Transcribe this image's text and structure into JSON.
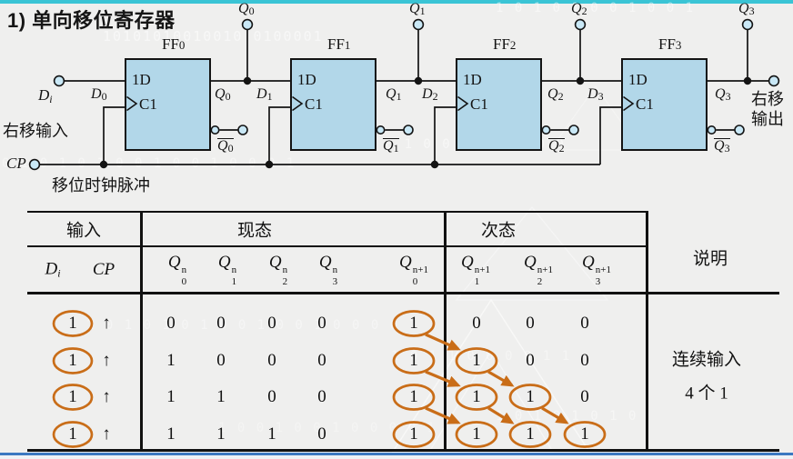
{
  "title": "1) 单向移位寄存器",
  "colors": {
    "accent_top": "#3ac4d5",
    "accent_bottom": "#3b78c1",
    "ff_fill": "#b2d7e9",
    "terminal_fill": "#c9e8f6",
    "wire": "#141414",
    "orange": "#c96d18"
  },
  "watermarks": [
    "10101010010010 0100001",
    "1 0 1 0 1 0 0 1 0 0 1",
    "0 1 0 1 0 1 0 0 1 0 0 1 0 0 0 1",
    "0 1 0 1 0 0 1 0 0 0 0 0",
    "1 0 1 0 1 0 1 0 0 1 0 0 1 0 0 0 0 1",
    "1 0 1 1 0 0 0 0 1 1",
    "1 0 1 0 1 0 1 0",
    "1 0 0 1 0 0 1 0 0 0 0 1"
  ],
  "circuit": {
    "inner_d": "1D",
    "inner_c": "C1",
    "flipflops": [
      {
        "name": "FF",
        "idx": "0",
        "d": {
          "base": "D",
          "sub": "0"
        },
        "q": {
          "base": "Q",
          "sub": "0"
        },
        "qbar": {
          "base": "Q",
          "sub": "0",
          "bar": true
        },
        "qtop": {
          "base": "Q",
          "sub": "0"
        }
      },
      {
        "name": "FF",
        "idx": "1",
        "d": {
          "base": "D",
          "sub": "1"
        },
        "q": {
          "base": "Q",
          "sub": "1"
        },
        "qbar": {
          "base": "Q",
          "sub": "1",
          "bar": true
        },
        "qtop": {
          "base": "Q",
          "sub": "1"
        }
      },
      {
        "name": "FF",
        "idx": "2",
        "d": {
          "base": "D",
          "sub": "2"
        },
        "q": {
          "base": "Q",
          "sub": "2"
        },
        "qbar": {
          "base": "Q",
          "sub": "2",
          "bar": true
        },
        "qtop": {
          "base": "Q",
          "sub": "2"
        }
      },
      {
        "name": "FF",
        "idx": "3",
        "d": {
          "base": "D",
          "sub": "3"
        },
        "q": {
          "base": "Q",
          "sub": "3"
        },
        "qbar": {
          "base": "Q",
          "sub": "3",
          "bar": true
        },
        "qtop": {
          "base": "Q",
          "sub": "3"
        }
      }
    ],
    "di": {
      "base": "D",
      "sub": "i",
      "italic_sub": true
    },
    "cp": "CP",
    "right_shift_input": "右移输入",
    "shift_clock_pulse": "移位时钟脉冲",
    "right_shift_out_line1": "右移",
    "right_shift_out_line2": "输出"
  },
  "table": {
    "group_headers": {
      "input": "输入",
      "present": "现态",
      "next": "次态",
      "note": "说明"
    },
    "di_header": {
      "base": "D",
      "sub": "i",
      "italic_sub": true
    },
    "cp_header": "CP",
    "present_headers": [
      {
        "base": "Q",
        "sub": "0",
        "sup": "n"
      },
      {
        "base": "Q",
        "sub": "1",
        "sup": "n"
      },
      {
        "base": "Q",
        "sub": "2",
        "sup": "n"
      },
      {
        "base": "Q",
        "sub": "3",
        "sup": "n"
      }
    ],
    "next_headers": [
      {
        "base": "Q",
        "sub": "0",
        "sup": "n+1"
      },
      {
        "base": "Q",
        "sub": "1",
        "sup": "n+1"
      },
      {
        "base": "Q",
        "sub": "2",
        "sup": "n+1"
      },
      {
        "base": "Q",
        "sub": "3",
        "sup": "n+1"
      }
    ],
    "rows": [
      {
        "di": "1",
        "di_circled": true,
        "cp": "↑",
        "present": [
          "0",
          "0",
          "0",
          "0"
        ],
        "next": [
          "1",
          "0",
          "0",
          "0"
        ],
        "next_circled": [
          true,
          false,
          false,
          false
        ]
      },
      {
        "di": "1",
        "di_circled": true,
        "cp": "↑",
        "present": [
          "1",
          "0",
          "0",
          "0"
        ],
        "next": [
          "1",
          "1",
          "0",
          "0"
        ],
        "next_circled": [
          true,
          true,
          false,
          false
        ]
      },
      {
        "di": "1",
        "di_circled": true,
        "cp": "↑",
        "present": [
          "1",
          "1",
          "0",
          "0"
        ],
        "next": [
          "1",
          "1",
          "1",
          "0"
        ],
        "next_circled": [
          true,
          true,
          true,
          false
        ]
      },
      {
        "di": "1",
        "di_circled": true,
        "cp": "↑",
        "present": [
          "1",
          "1",
          "1",
          "0"
        ],
        "next": [
          "1",
          "1",
          "1",
          "1"
        ],
        "next_circled": [
          true,
          true,
          true,
          true
        ]
      }
    ],
    "shift_arrows": [
      [
        0,
        0,
        1,
        1
      ],
      [
        1,
        0,
        2,
        1
      ],
      [
        1,
        1,
        2,
        2
      ],
      [
        2,
        0,
        3,
        1
      ],
      [
        2,
        1,
        3,
        2
      ],
      [
        2,
        2,
        3,
        3
      ]
    ],
    "note_line1": "连续输入",
    "note_line2": "4 个 1"
  }
}
